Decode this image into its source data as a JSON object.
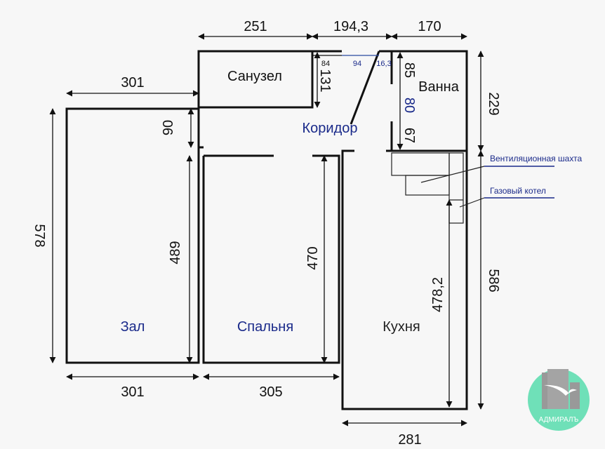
{
  "rooms": {
    "sanuzel": "Санузел",
    "vanna": "Ванна",
    "koridor": "Коридор",
    "zal": "Зал",
    "spalnya": "Спальня",
    "kukhnya": "Кухня"
  },
  "dimensions": {
    "top_sanuzel": "251",
    "top_corridor": "194,3",
    "top_vanna": "170",
    "zal_top": "301",
    "zal_height": "578",
    "corridor_90": "90",
    "zal_inner": "489",
    "spalnya_inner": "470",
    "kitchen_inner": "478,2",
    "right_vanna": "229",
    "right_kitchen": "586",
    "bottom_zal": "301",
    "bottom_spalnya": "305",
    "bottom_kitchen": "281",
    "sanuzel_131": "131",
    "door_84": "84",
    "door_94": "94",
    "door_16": "16,3",
    "vanna_85": "85",
    "vanna_80": "80",
    "vanna_67": "67"
  },
  "labels": {
    "vent": "Вентиляционная шахта",
    "boiler": "Газовый котел"
  },
  "logo": {
    "text": "АДМИРАЛЪ",
    "color": "#6fe0b8"
  }
}
